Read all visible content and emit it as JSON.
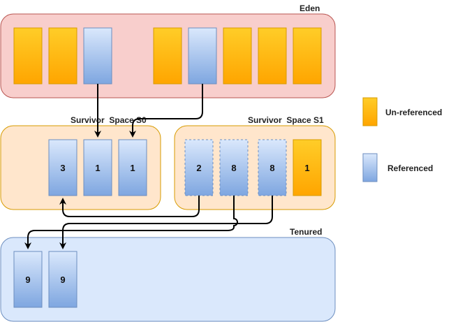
{
  "regions": {
    "eden": {
      "label": "Eden",
      "fill": "#f8cecc",
      "stroke": "#b85450"
    },
    "survivor_s0": {
      "label": "Survivor  Space S0",
      "fill": "#ffe6cc",
      "stroke": "#d79b00"
    },
    "survivor_s1": {
      "label": "Survivor  Space S1",
      "fill": "#ffe6cc",
      "stroke": "#d79b00"
    },
    "tenured": {
      "label": "Tenured",
      "fill": "#dae8fc",
      "stroke": "#6c8ebf"
    }
  },
  "colors": {
    "unreferenced_top": "#ffcd28",
    "unreferenced_bottom": "#ffa500",
    "unreferenced_stroke": "#d79b00",
    "referenced_top": "#dae8fc",
    "referenced_bottom": "#7ea6e0",
    "referenced_stroke": "#6c8ebf",
    "arrow": "#000000"
  },
  "eden_objects": [
    {
      "state": "unreferenced"
    },
    {
      "state": "unreferenced"
    },
    {
      "state": "referenced"
    },
    {
      "state": "unreferenced"
    },
    {
      "state": "referenced"
    },
    {
      "state": "unreferenced"
    },
    {
      "state": "unreferenced"
    },
    {
      "state": "unreferenced"
    }
  ],
  "s0_objects": [
    {
      "state": "referenced",
      "age": "3"
    },
    {
      "state": "referenced",
      "age": "1"
    },
    {
      "state": "referenced",
      "age": "1"
    }
  ],
  "s1_objects": [
    {
      "state": "referenced",
      "age": "2",
      "dashed": true
    },
    {
      "state": "referenced",
      "age": "8",
      "dashed": true
    },
    {
      "state": "referenced",
      "age": "8",
      "dashed": true
    },
    {
      "state": "unreferenced",
      "age": "1"
    }
  ],
  "tenured_objects": [
    {
      "state": "referenced",
      "age": "9"
    },
    {
      "state": "referenced",
      "age": "9"
    }
  ],
  "legend": {
    "unreferenced": "Un-referenced",
    "referenced": "Referenced"
  }
}
